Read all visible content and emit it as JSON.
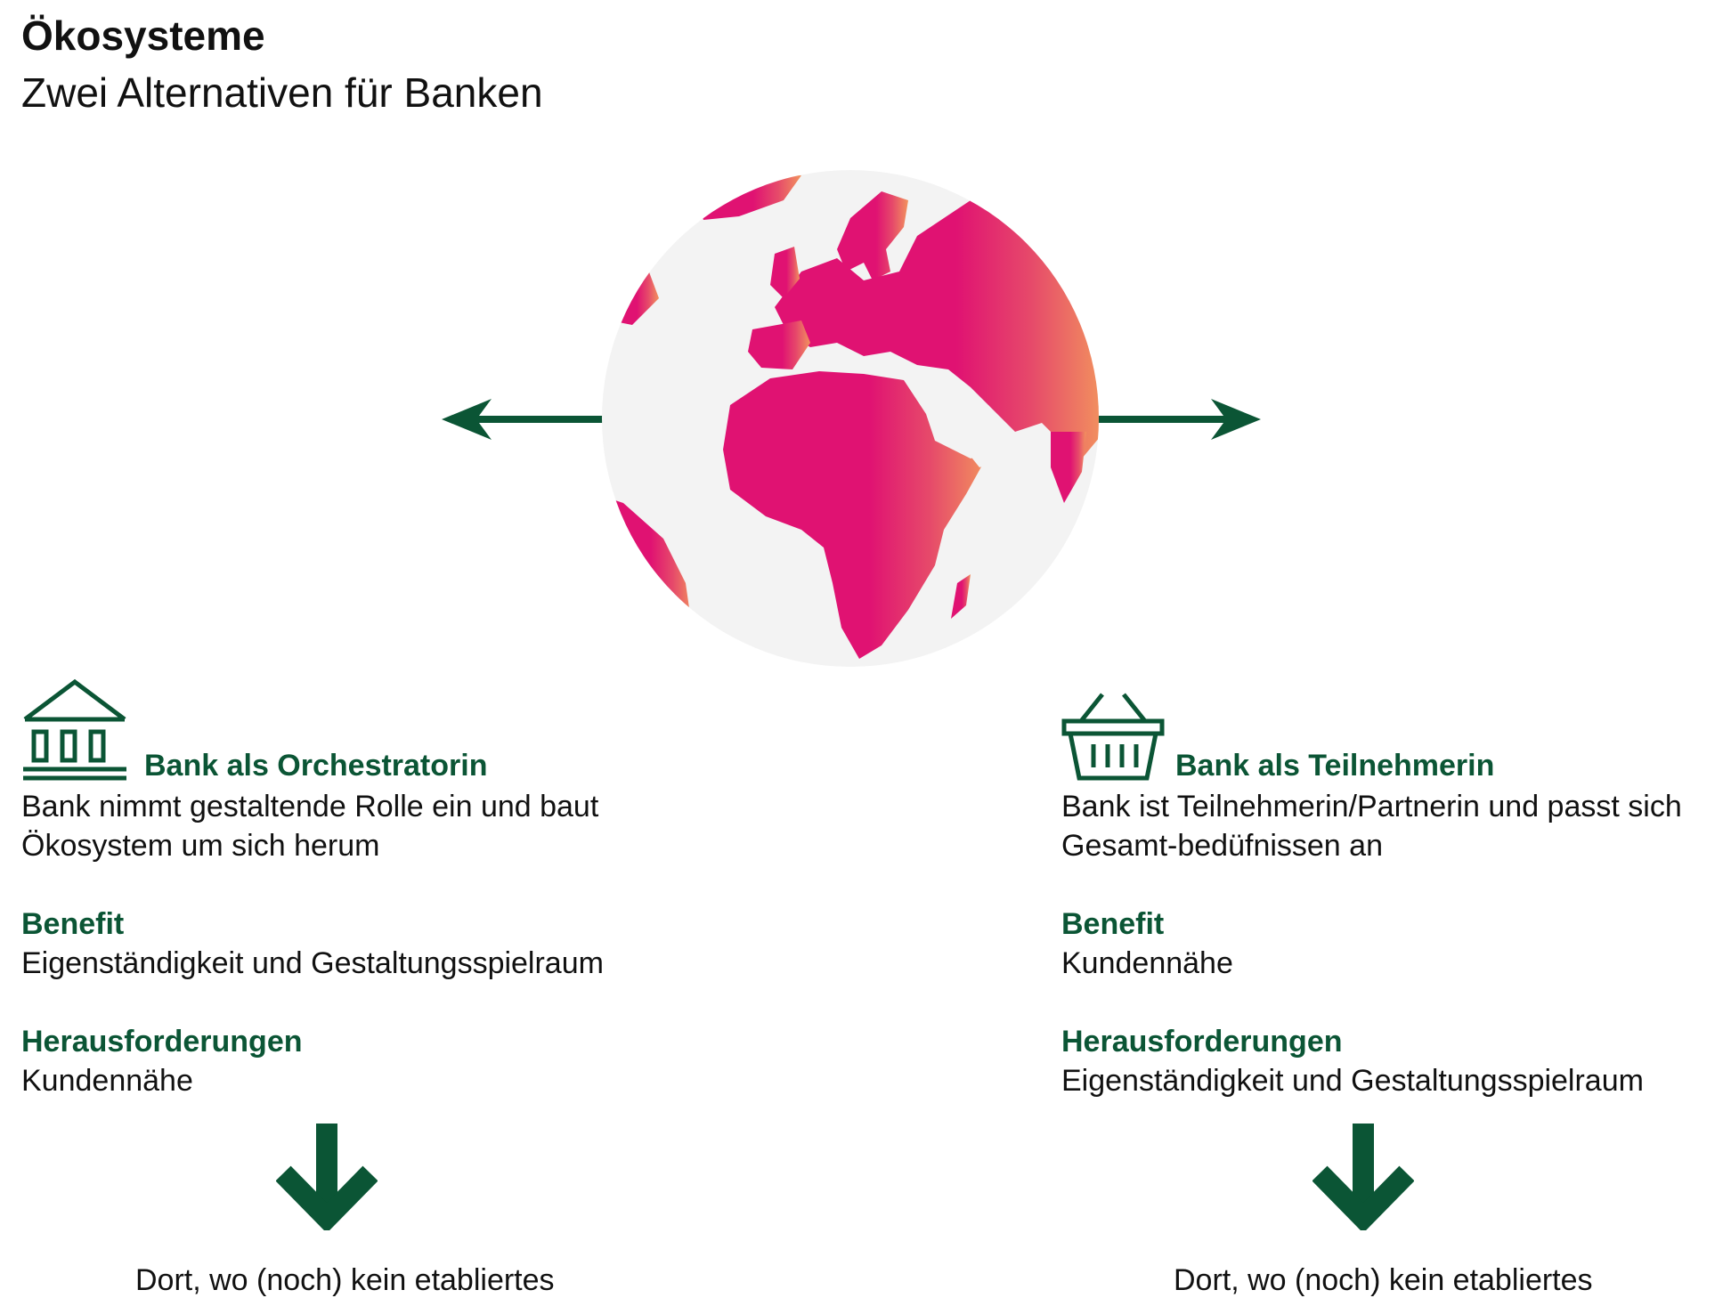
{
  "header": {
    "title": "Ökosysteme",
    "subtitle": "Zwei Alternativen für Banken"
  },
  "colors": {
    "green": "#0b5535",
    "magenta": "#e01272",
    "orange": "#f08a5d",
    "globe_light": "#f3f3f3"
  },
  "icons": {
    "globe": "globe-icon",
    "left_arrow": "arrow-left-icon",
    "right_arrow": "arrow-right-icon",
    "bank": "bank-building-icon",
    "basket": "shopping-basket-icon",
    "down_arrow": "arrow-down-icon"
  },
  "left": {
    "title": "Bank als Orchestratorin",
    "desc_line1": "Bank nimmt gestaltende Rolle ein und baut",
    "desc_line2": "Ökosystem um sich herum",
    "benefit_label": "Benefit",
    "benefit_value": "Eigenständigkeit und Gestaltungsspielraum",
    "challenges_label": "Herausforderungen",
    "challenges_value": "Kundennähe",
    "bottom_text": "Dort, wo (noch) kein etabliertes"
  },
  "right": {
    "title": "Bank als Teilnehmerin",
    "desc_line1": "Bank ist Teilnehmerin/Partnerin und passt sich",
    "desc_line2": "Gesamt-bedüfnissen an",
    "benefit_label": "Benefit",
    "benefit_value": "Kundennähe",
    "challenges_label": "Herausforderungen",
    "challenges_value": "Eigenständigkeit und Gestaltungsspielraum",
    "bottom_text": "Dort, wo (noch) kein etabliertes"
  }
}
